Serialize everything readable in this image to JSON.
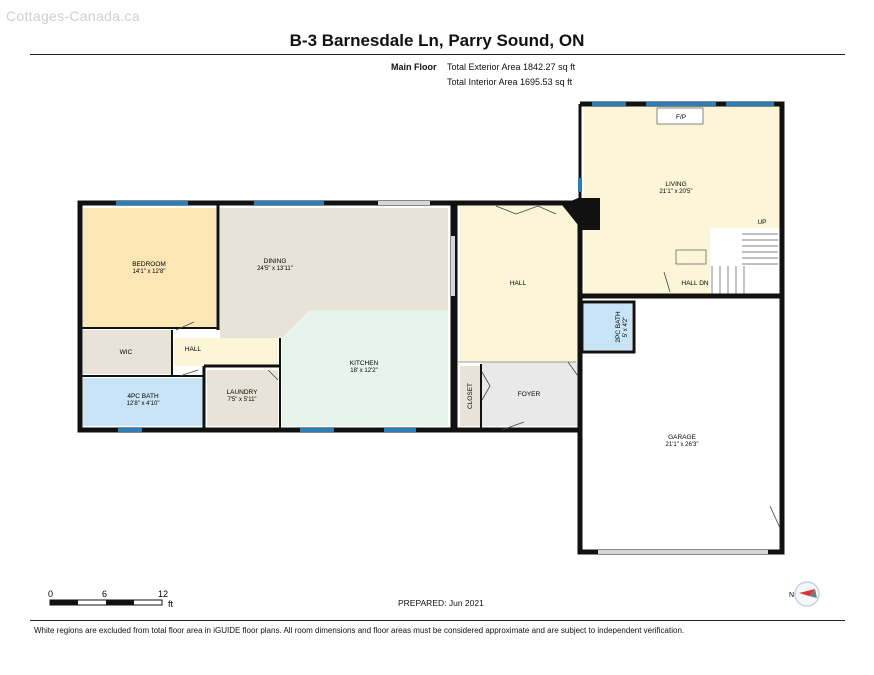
{
  "watermark": "Cottages-Canada.ca",
  "title": "B-3 Barnesdale Ln, Parry Sound, ON",
  "floor_label": "Main Floor",
  "exterior_area": "Total Exterior Area 1842.27 sq ft",
  "interior_area": "Total Interior Area 1695.53 sq ft",
  "rooms": {
    "bedroom": {
      "name": "BEDROOM",
      "dim": "14'1\" x 12'8\""
    },
    "dining": {
      "name": "DINING",
      "dim": "24'5\" x 13'11\""
    },
    "kitchen": {
      "name": "KITCHEN",
      "dim": "18' x 12'2\""
    },
    "living": {
      "name": "LIVING",
      "dim": "21'1\" x 20'5\""
    },
    "fp": {
      "name": "F/P"
    },
    "hall_center": {
      "name": "HALL"
    },
    "hall_left": {
      "name": "HALL"
    },
    "hall_dn": {
      "name": "HALL DN"
    },
    "up": {
      "name": "UP"
    },
    "wic": {
      "name": "WIC"
    },
    "bath4": {
      "name": "4PC BATH",
      "dim": "12'8\" x 4'10\""
    },
    "laundry": {
      "name": "LAUNDRY",
      "dim": "7'5\" x 5'11\""
    },
    "closet": {
      "name": "CLOSET"
    },
    "foyer": {
      "name": "FOYER"
    },
    "bath2": {
      "name": "2PC BATH",
      "dim": "5' x 4'2\""
    },
    "garage": {
      "name": "GARAGE",
      "dim": "21'1\" x 26'3\""
    }
  },
  "scale": {
    "ticks": [
      "0",
      "6",
      "12"
    ],
    "unit": "ft"
  },
  "prepared": "PREPARED: Jun 2021",
  "disclaimer": "White regions are excluded from total floor area in iGUIDE floor plans. All room dimensions and floor areas must be considered approximate and are subject to independent verification.",
  "compass_label": "N",
  "colors": {
    "wall": "#111111",
    "bedroom": "#fbe6b4",
    "dining": "#e9e2d7",
    "kitchen": "#e6f4ec",
    "living": "#fdf5d8",
    "hall": "#fdf5d8",
    "bath": "#c9e4f7",
    "utility": "#e9e2d7",
    "foyer": "#e9e9e9",
    "window": "#2a7fb8"
  }
}
